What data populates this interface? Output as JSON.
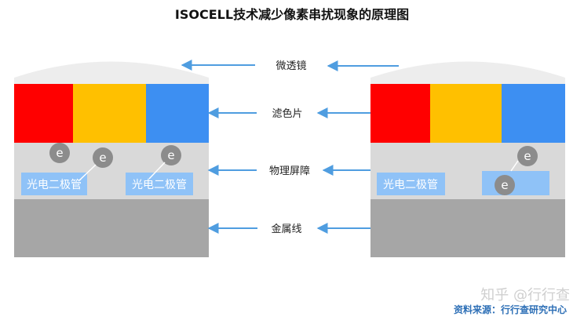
{
  "title": "ISOCELL技术减少像素串扰现象的原理图",
  "labels": {
    "microlens": "微透镜",
    "color_filter": "滤色片",
    "barrier": "物理屏障",
    "metal_wire": "金属线"
  },
  "photodiode_label": "光电二极管",
  "electron_label": "e",
  "watermark": "知乎 @行行查",
  "source": "资料来源：行行查研究中心",
  "colors": {
    "red": "#ff0000",
    "yellow": "#ffc000",
    "blue": "#3d8ff2",
    "lens": "#ededed",
    "layer": "#d9d9d9",
    "metal": "#a6a6a6",
    "photodiode": "#8fc2f7",
    "electron": "#8c8c8c",
    "arrow": "#4f9de0"
  }
}
